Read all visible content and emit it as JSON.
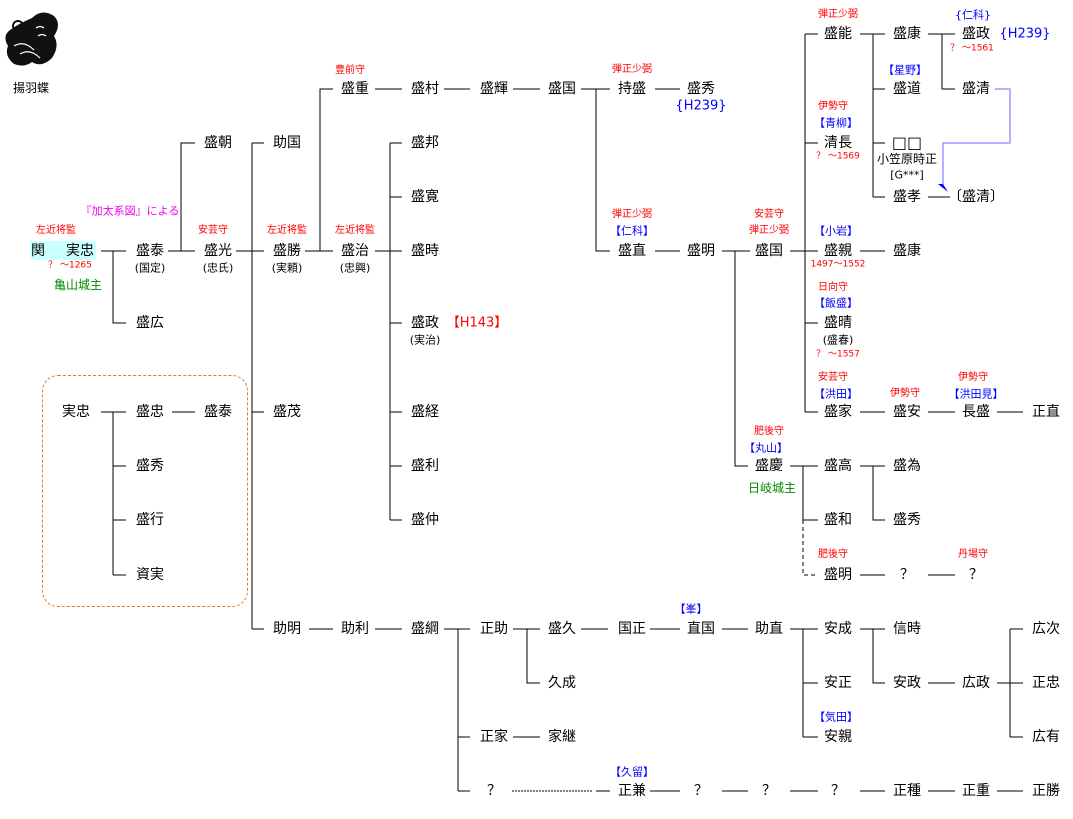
{
  "crest": {
    "label": "揚羽蝶"
  },
  "founder": {
    "surname": "関",
    "given": "実忠",
    "title": "左近将監",
    "dates": "？ ～1265",
    "castle": "亀山城主",
    "source_note": "『加太系図』による"
  },
  "names": [
    "盛泰",
    "盛広",
    "盛朝",
    "盛光",
    "助国",
    "盛勝",
    "盛茂",
    "助明",
    "盛重",
    "盛治",
    "助利",
    "盛村",
    "盛邦",
    "盛寛",
    "盛時",
    "盛政",
    "盛経",
    "盛利",
    "盛仲",
    "盛綱",
    "盛輝",
    "正助",
    "正家",
    "？",
    "盛国",
    "盛久",
    "久成",
    "家継",
    "持盛",
    "盛直",
    "国正",
    "正兼",
    "盛秀",
    "盛明",
    "直国",
    "？",
    "盛国",
    "盛慶",
    "助直",
    "？",
    "盛能",
    "清長",
    "盛親",
    "盛晴",
    "盛家",
    "盛高",
    "盛和",
    "盛明",
    "安成",
    "安正",
    "安親",
    "？",
    "盛康",
    "盛道",
    "□□",
    "盛孝",
    "盛康",
    "盛安",
    "盛為",
    "盛秀",
    "？",
    "信時",
    "安政",
    "正種",
    "盛政",
    "盛清",
    "〔盛清〕",
    "長盛",
    "？",
    "広政",
    "正重",
    "正直",
    "広次",
    "正忠",
    "広有",
    "正勝"
  ],
  "box": [
    "実忠",
    "盛忠",
    "盛泰",
    "盛秀",
    "盛行",
    "資実"
  ],
  "titles": [
    "安芸守",
    "左近将監",
    "豊前守",
    "左近将監",
    "弾正少弼",
    "弾正少弼",
    "安芸守",
    "弾正少弼",
    "肥後守",
    "弾正少弼",
    "伊勢守",
    "日向守",
    "安芸守",
    "肥後守",
    "伊勢守",
    "伊勢守",
    "丹場守"
  ],
  "clans": [
    "【仁科】",
    "【丸山】",
    "【青柳】",
    "【小岩】",
    "【飯盛】",
    "【洪田】",
    "【星野】",
    "【洪田見】",
    "{仁科}",
    "【峯】",
    "【久留】",
    "【気田】"
  ],
  "refs": [
    "{H239}",
    "{H239}",
    "【H143】"
  ],
  "alt_names": [
    "(国定)",
    "(忠氏)",
    "(実頼)",
    "(忠興)",
    "(実治)",
    "(盛春)",
    "小笠原時正",
    "[G***]"
  ],
  "dates": [
    "？ ～1569",
    "1497～1552",
    "？ ～1557",
    "？ ～1561"
  ],
  "castles": [
    "日岐城主"
  ],
  "colors": {
    "title": "#ff0000",
    "clan": "#0000ff",
    "castle": "#008000",
    "note": "#ee00ee",
    "box_border": "#e87a20",
    "highlight": "#ccffff",
    "arrow": "#6666ff"
  }
}
